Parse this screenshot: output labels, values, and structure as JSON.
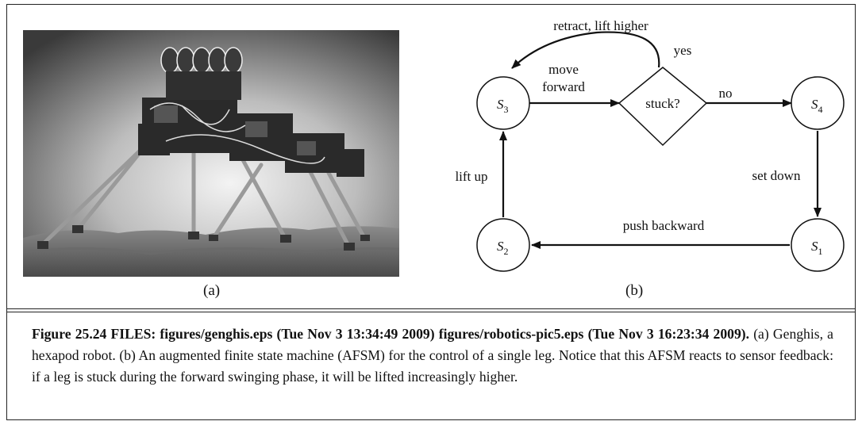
{
  "panel_a": {
    "label": "(a)"
  },
  "panel_b": {
    "label": "(b)"
  },
  "diagram": {
    "states": {
      "s1": {
        "letter": "S",
        "sub": "1"
      },
      "s2": {
        "letter": "S",
        "sub": "2"
      },
      "s3": {
        "letter": "S",
        "sub": "3"
      },
      "s4": {
        "letter": "S",
        "sub": "4"
      }
    },
    "decision": "stuck?",
    "labels": {
      "retract": "retract, lift higher",
      "yes": "yes",
      "move_line1": "move",
      "move_line2": "forward",
      "no": "no",
      "lift_up": "lift up",
      "set_down": "set down",
      "push_backward": "push backward"
    }
  },
  "caption": {
    "bold": "Figure 25.24     FILES: figures/genghis.eps (Tue Nov 3 13:34:49 2009) figures/robotics-pic5.eps (Tue Nov 3 16:23:34 2009).",
    "text": " (a) Genghis, a hexapod robot. (b) An augmented finite state machine (AFSM) for the control of a single leg. Notice that this AFSM reacts to sensor feedback: if a leg is stuck during the forward swinging phase, it will be lifted increasingly higher."
  }
}
